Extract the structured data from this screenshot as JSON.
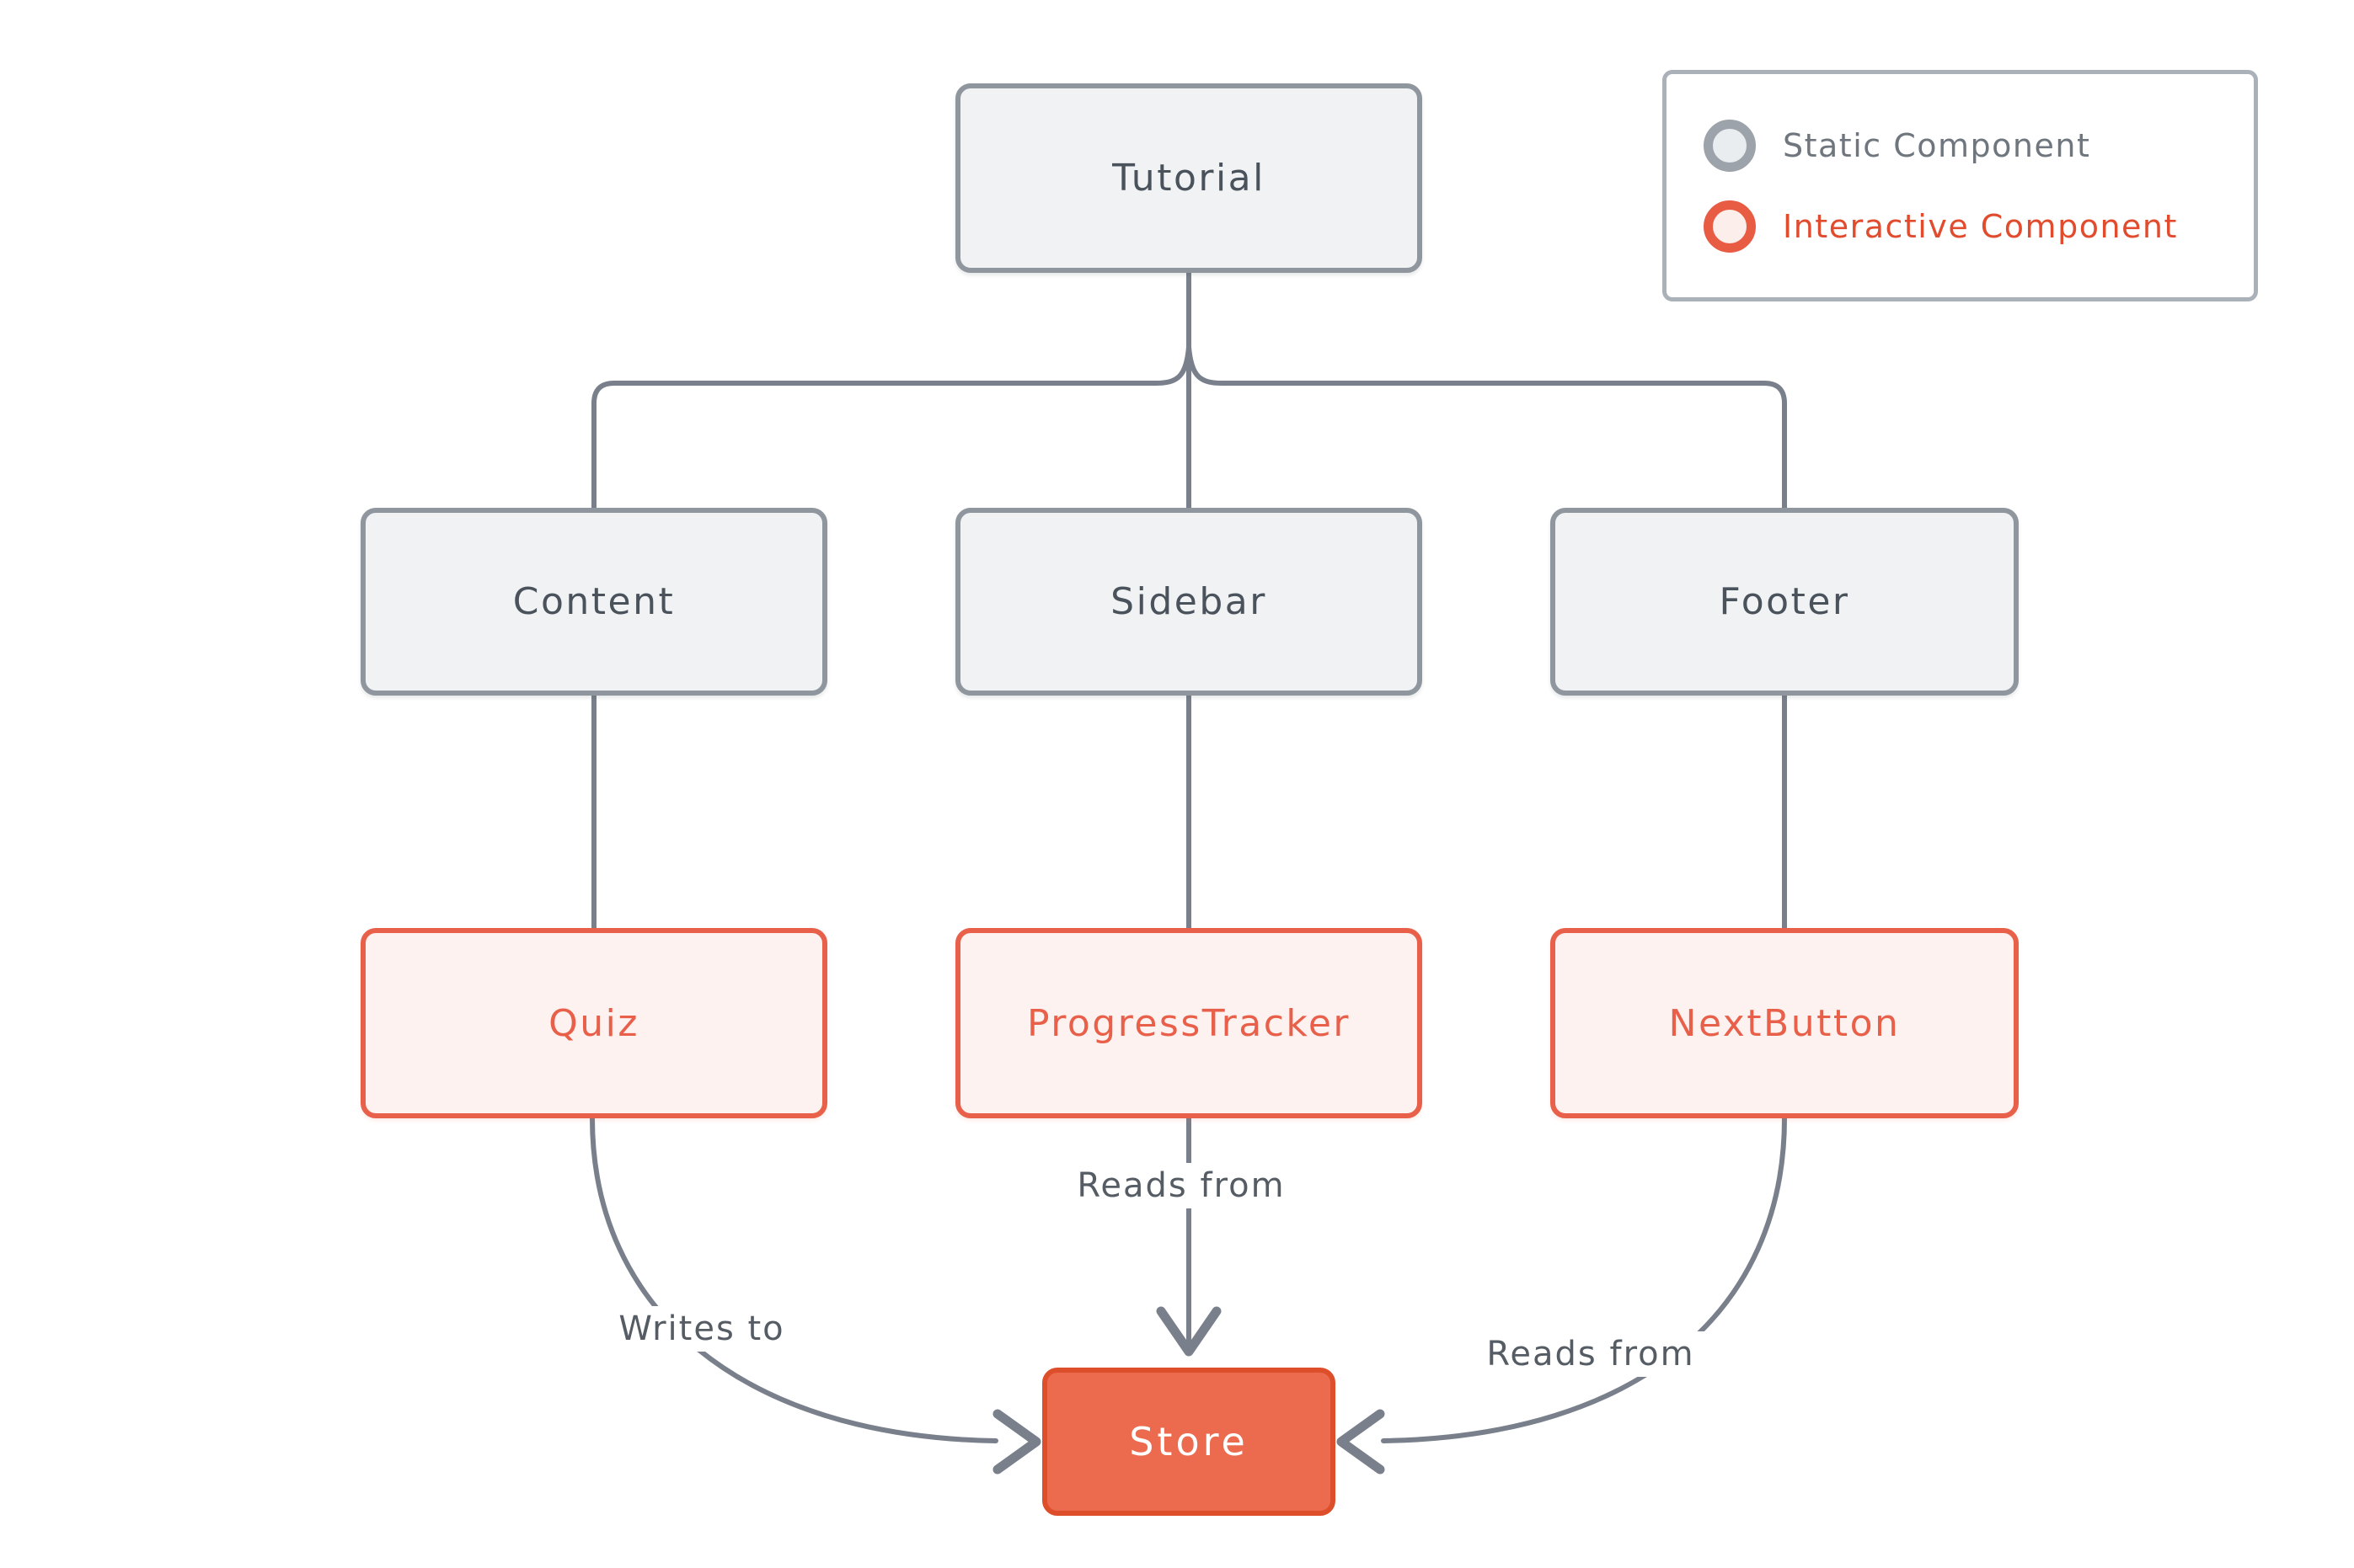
{
  "diagram": {
    "nodes": {
      "tutorial": {
        "label": "Tutorial",
        "type": "static"
      },
      "content": {
        "label": "Content",
        "type": "static"
      },
      "sidebar": {
        "label": "Sidebar",
        "type": "static"
      },
      "footer": {
        "label": "Footer",
        "type": "static"
      },
      "quiz": {
        "label": "Quiz",
        "type": "interactive"
      },
      "progress_tracker": {
        "label": "ProgressTracker",
        "type": "interactive"
      },
      "next_button": {
        "label": "NextButton",
        "type": "interactive"
      },
      "store": {
        "label": "Store",
        "type": "store"
      }
    },
    "edges": [
      {
        "from": "tutorial",
        "to": "content",
        "label": ""
      },
      {
        "from": "tutorial",
        "to": "sidebar",
        "label": ""
      },
      {
        "from": "tutorial",
        "to": "footer",
        "label": ""
      },
      {
        "from": "content",
        "to": "quiz",
        "label": ""
      },
      {
        "from": "sidebar",
        "to": "progress_tracker",
        "label": ""
      },
      {
        "from": "footer",
        "to": "next_button",
        "label": ""
      },
      {
        "from": "quiz",
        "to": "store",
        "label": "Writes to"
      },
      {
        "from": "progress_tracker",
        "to": "store",
        "label": "Reads from"
      },
      {
        "from": "next_button",
        "to": "store",
        "label": "Reads from"
      }
    ],
    "edge_labels": {
      "writes_to": "Writes to",
      "reads_from_center": "Reads from",
      "reads_from_right": "Reads from"
    },
    "legend": {
      "static_label": "Static Component",
      "interactive_label": "Interactive Component"
    },
    "colors": {
      "background": "#FFFFFF",
      "edge": "#79808B",
      "static_fill": "#F0F2F4",
      "static_border": "#8F969E",
      "static_text": "#4A525B",
      "interactive_fill": "#FDF2F0",
      "interactive_accent": "#E9604A",
      "store_fill": "#EC6A4E",
      "store_border": "#DD4E2B",
      "store_text": "#FFFFFF",
      "legend_border": "#ABB1B8",
      "legend_static_text": "#6F767E",
      "legend_interactive_text": "#E14B2E",
      "edge_label_text": "#555C64"
    }
  }
}
